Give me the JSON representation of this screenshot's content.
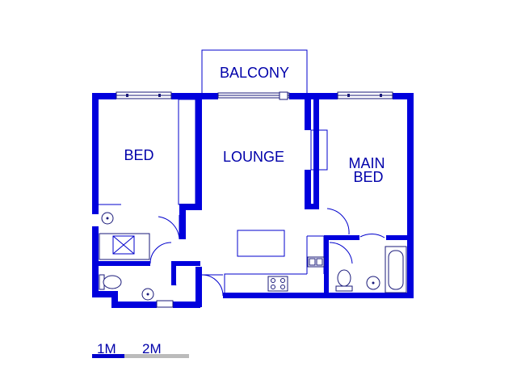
{
  "rooms": {
    "balcony": "BALCONY",
    "bed": "BED",
    "lounge": "LOUNGE",
    "main_bed_line1": "MAIN",
    "main_bed_line2": "BED"
  },
  "scale_bar": {
    "label_1": "1M",
    "label_2": "2M"
  },
  "colors": {
    "wall": "#0000dd",
    "text": "#0000aa",
    "scale_dark": "#0000cc",
    "scale_light": "#bbbbbb"
  },
  "icons": [
    "window-icon",
    "door-swing-icon",
    "toilet-icon",
    "basin-icon",
    "bathtub-icon",
    "shower-icon",
    "sink-icon",
    "stove-icon"
  ]
}
